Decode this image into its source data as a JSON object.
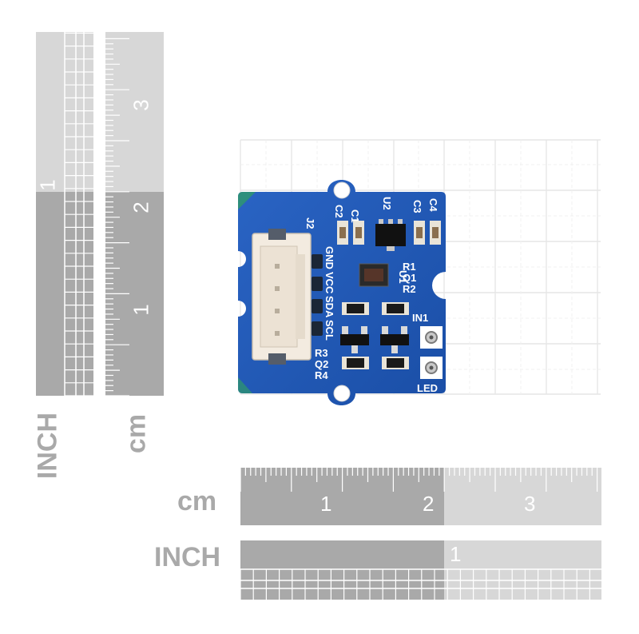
{
  "rulers": {
    "vertical_inch": {
      "unit": "INCH",
      "tick_labels": [
        "1"
      ]
    },
    "vertical_cm": {
      "unit": "cm",
      "tick_labels": [
        "1",
        "2",
        "3"
      ]
    },
    "horizontal_cm": {
      "unit": "cm",
      "tick_labels": [
        "1",
        "2",
        "3"
      ]
    },
    "horizontal_inch": {
      "unit": "INCH",
      "tick_labels": [
        "1"
      ]
    }
  },
  "board": {
    "silkscreen": {
      "j2": "J2",
      "c2": "C2",
      "c1": "C1",
      "u2": "U2",
      "c3": "C3",
      "c4": "C4",
      "r1": "R1",
      "q1": "Q1",
      "r2": "R2",
      "u1": "U1",
      "in1": "IN1",
      "led": "LED",
      "r3": "R3",
      "q2": "Q2",
      "r4": "R4",
      "gnd": "GND",
      "vcc": "VCC",
      "sda": "SDA",
      "scl": "SCL"
    }
  },
  "colors": {
    "pcb": "#1f57b5",
    "ruler_dark": "#a9a9a9",
    "ruler_light": "#d7d7d7",
    "connector": "#f3ebe0"
  }
}
